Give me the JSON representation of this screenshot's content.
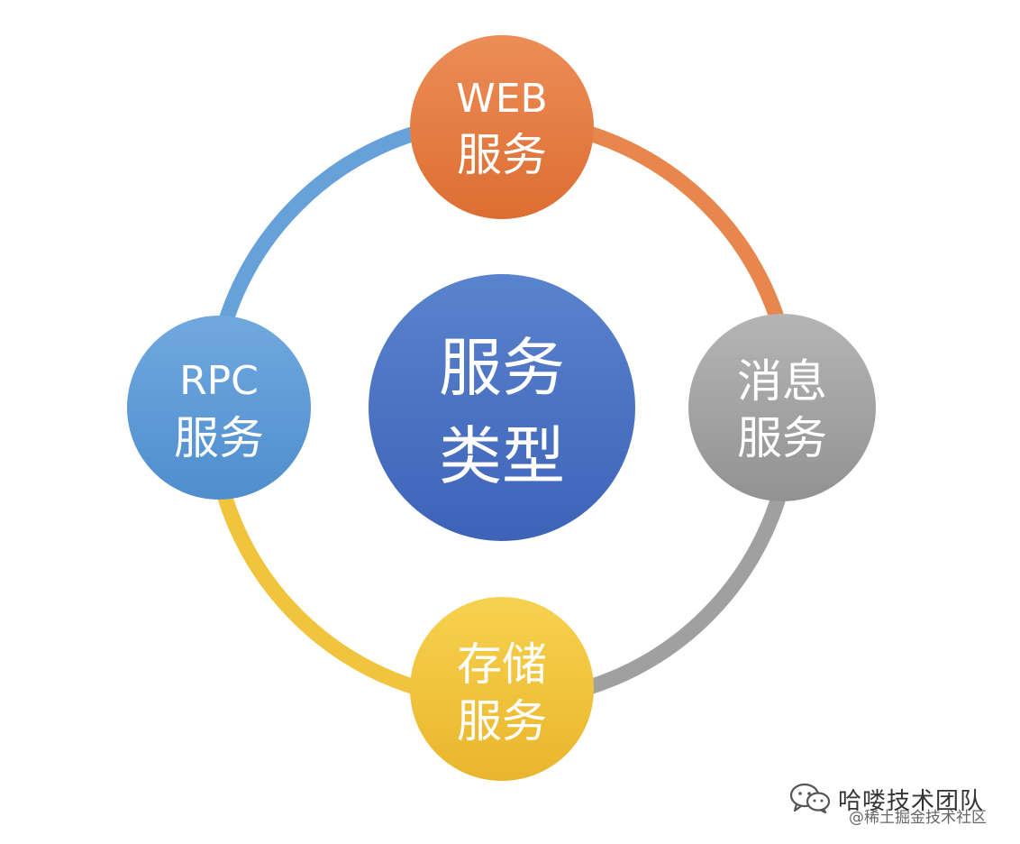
{
  "center": {
    "line1": "服务",
    "line2": "类型"
  },
  "nodes": {
    "web": {
      "line1": "WEB",
      "line2": "服务"
    },
    "message": {
      "line1": "消息",
      "line2": "服务"
    },
    "storage": {
      "line1": "存储",
      "line2": "服务"
    },
    "rpc": {
      "line1": "RPC",
      "line2": "服务"
    }
  },
  "colors": {
    "center": "#4a72c4",
    "web": "#e6783c",
    "message": "#a2a2a2",
    "storage": "#f2c233",
    "rpc": "#5e9ad6"
  },
  "watermark": {
    "name": "哈喽技术团队",
    "sub": "@稀土掘金技术社区",
    "icon": "wechat-icon"
  }
}
